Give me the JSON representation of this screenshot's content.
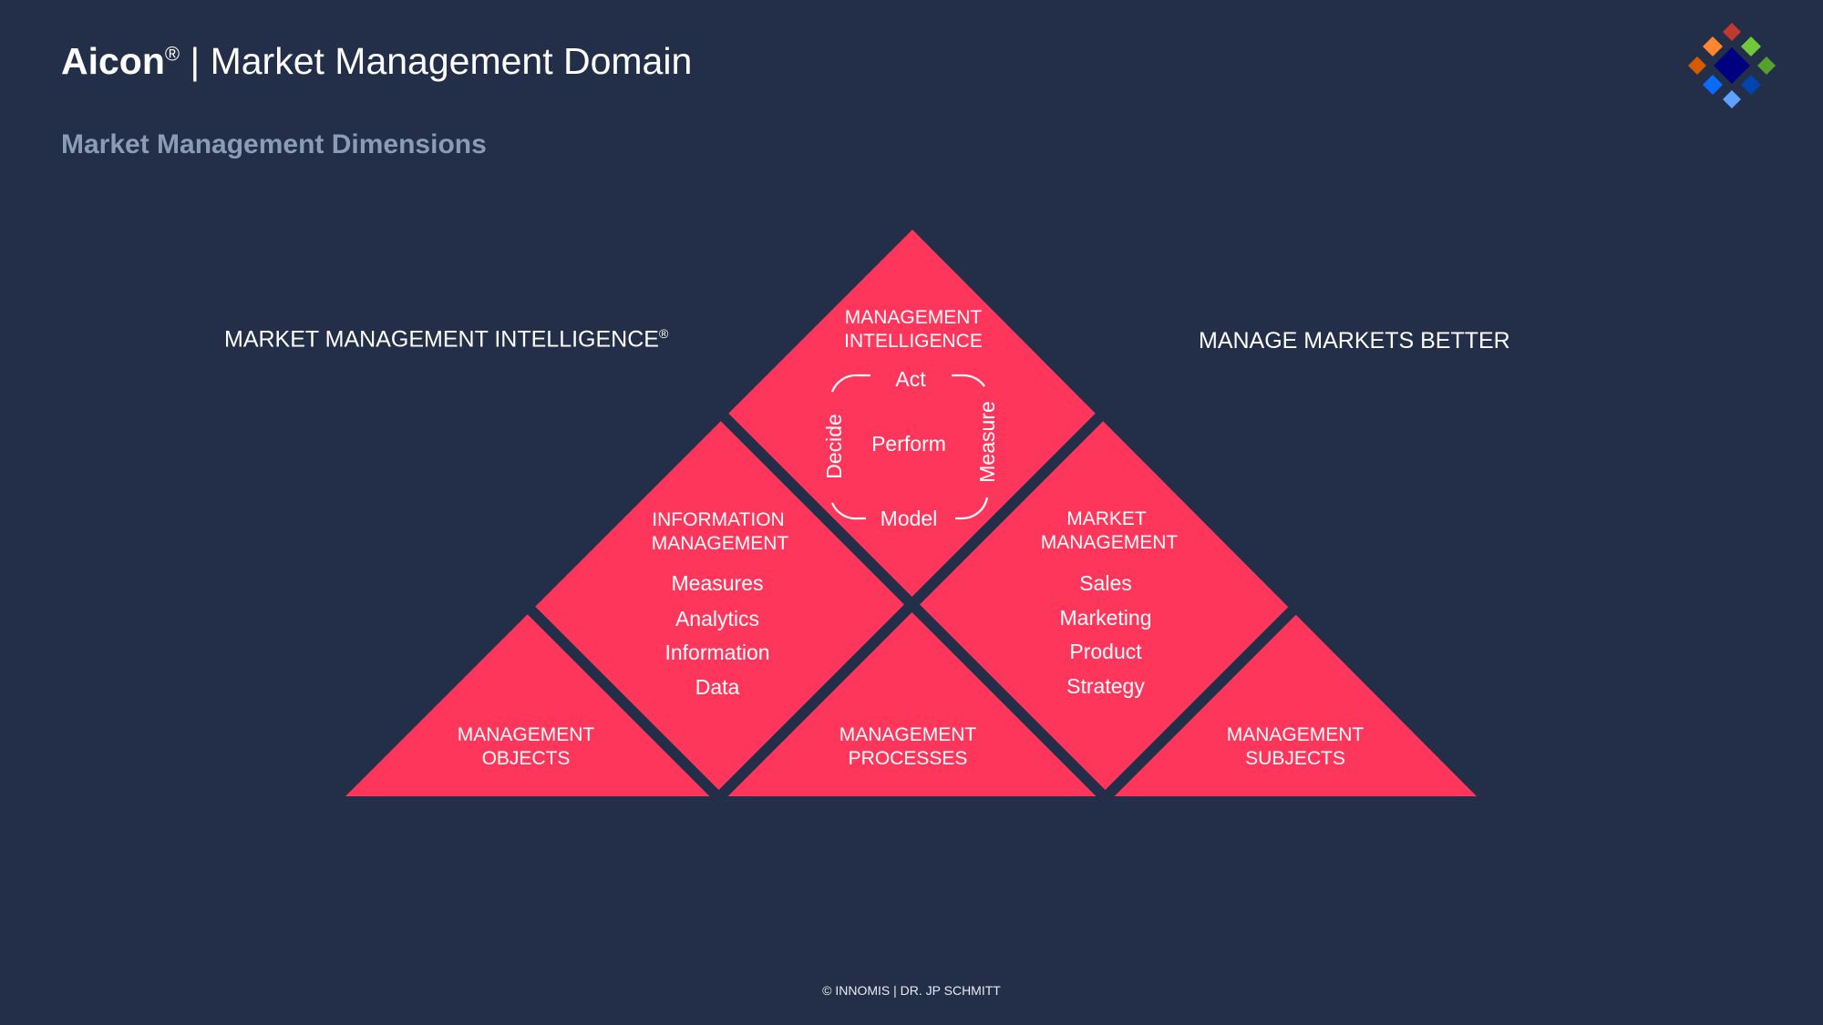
{
  "header": {
    "brand": "Aicon",
    "brand_mark": "®",
    "separator": "|",
    "title": "Market Management Domain"
  },
  "subtitle": "Market Management Dimensions",
  "tagline_left": {
    "text": "MARKET MANAGEMENT INTELLIGENCE",
    "mark": "®"
  },
  "tagline_right": "MANAGE MARKETS BETTER",
  "pyramid": {
    "management_intelligence": {
      "title": [
        "MANAGEMENT",
        "INTELLIGENCE"
      ],
      "cycle": {
        "top": "Act",
        "right": "Measure",
        "bottom": "Model",
        "left": "Decide",
        "center": "Perform"
      }
    },
    "information_management": {
      "title": [
        "INFORMATION",
        "MANAGEMENT"
      ],
      "items": [
        "Measures",
        "Analytics",
        "Information",
        "Data"
      ]
    },
    "market_management": {
      "title": [
        "MARKET",
        "MANAGEMENT"
      ],
      "items": [
        "Sales",
        "Marketing",
        "Product",
        "Strategy"
      ]
    },
    "management_objects": {
      "title": [
        "MANAGEMENT",
        "OBJECTS"
      ]
    },
    "management_processes": {
      "title": [
        "MANAGEMENT",
        "PROCESSES"
      ]
    },
    "management_subjects": {
      "title": [
        "MANAGEMENT",
        "SUBJECTS"
      ]
    }
  },
  "colors": {
    "background": "#232e48",
    "accent": "#ff365c",
    "subtitle": "#8c9bb6"
  },
  "logo": {
    "icon": "diamond-grid-logo"
  },
  "footer": "© INNOMIS | DR. JP SCHMITT"
}
